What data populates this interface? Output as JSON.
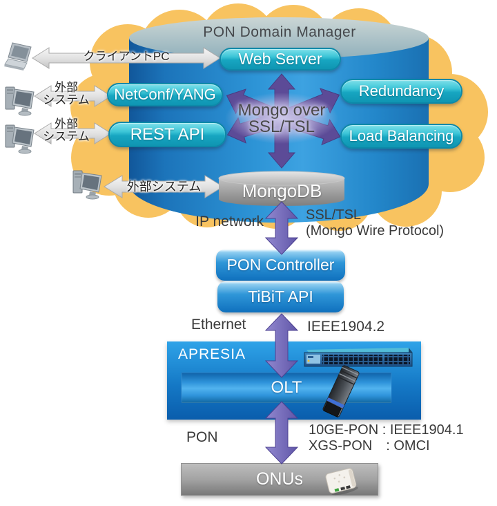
{
  "header": {
    "title": "PON Domain Manager"
  },
  "modules": {
    "web_server": "Web Server",
    "netconf_yang": "NetConf/YANG",
    "rest_api": "REST API",
    "redundancy": "Redundancy",
    "load_balancing": "Load Balancing"
  },
  "center_bus": {
    "line1": "Mongo over",
    "line2": "SSL/TSL"
  },
  "database": {
    "label": "MongoDB"
  },
  "clients": {
    "client_pc": {
      "label": "クライアントPC"
    },
    "external_system_1": {
      "line1": "外部",
      "line2": "システム"
    },
    "external_system_2": {
      "line1": "外部",
      "line2": "システム"
    },
    "external_system_3": {
      "label": "外部システム"
    }
  },
  "links": {
    "ip_network": "IP network",
    "ssl_tsl": "SSL/TSL",
    "mongo_wire_protocol": "(Mongo Wire Protocol)",
    "ethernet": "Ethernet",
    "ieee_1904_2": "IEEE1904.2",
    "pon": "PON",
    "pon_protocol_line1": "10GE-PON : IEEE1904.1",
    "pon_protocol_line2": "XGS-PON　: OMCI"
  },
  "controller_stack": {
    "pon_controller": "PON Controller",
    "tibit_api": "TiBiT API"
  },
  "olt_box": {
    "vendor": "APRESIA",
    "olt": "OLT"
  },
  "onu": {
    "label": "ONUs"
  },
  "icons": [
    "laptop-icon",
    "desktop-computer-icon",
    "ethernet-switch-image",
    "sfp-transceiver-image",
    "onu-device-image"
  ],
  "colors": {
    "cloud_orange": "#F8C360",
    "cylinder_blue": "#2D94D6",
    "module_teal": "#17A6C1",
    "star_purple": "#5C4B97",
    "arrow_purple": "#7568BC",
    "gray_arrow": "#E0E0E0",
    "db_gray": "#9E9E9E",
    "box_blue": "#1579C6"
  }
}
